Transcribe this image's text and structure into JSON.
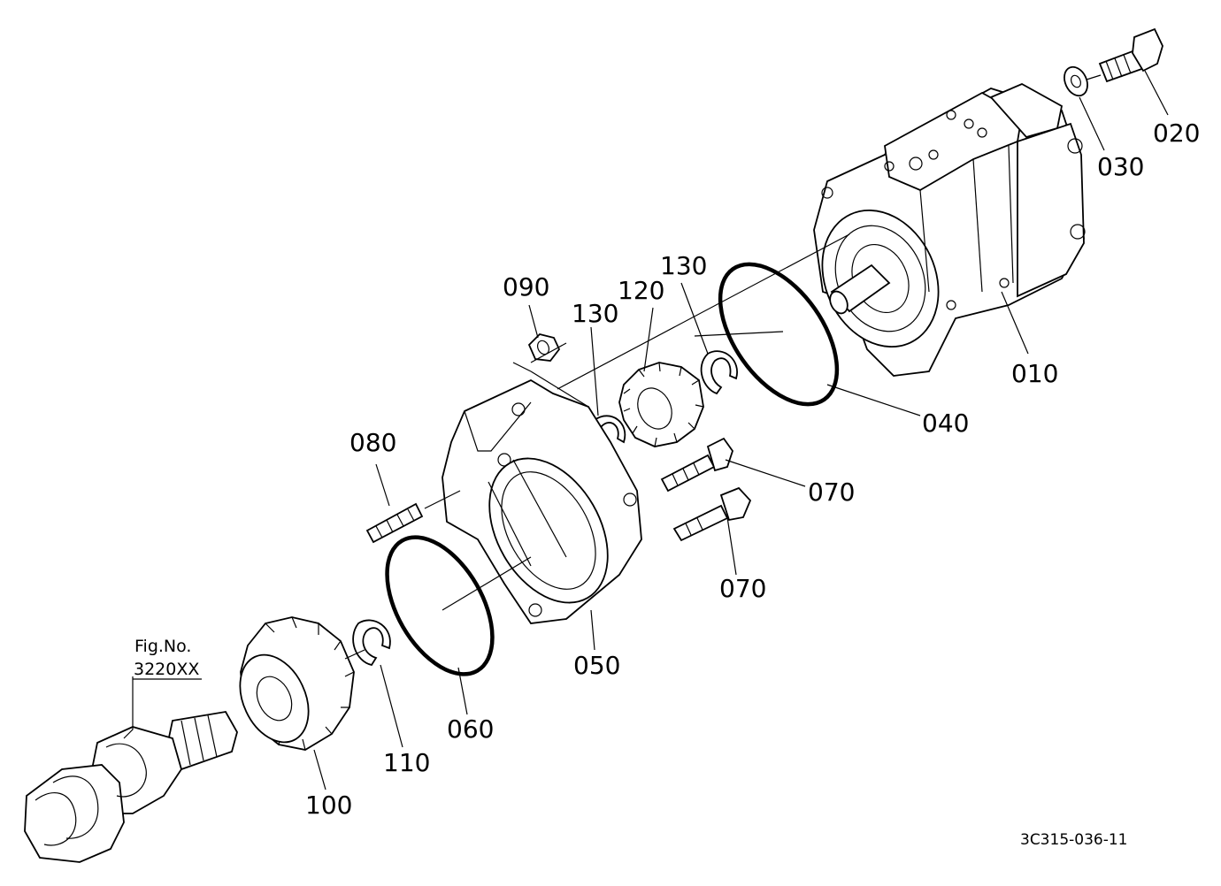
{
  "diagram": {
    "labels": {
      "p010": "010",
      "p020": "020",
      "p030": "030",
      "p040": "040",
      "p050": "050",
      "p060": "060",
      "p070a": "070",
      "p070b": "070",
      "p080": "080",
      "p090": "090",
      "p100": "100",
      "p110": "110",
      "p120": "120",
      "p130a": "130",
      "p130b": "130"
    },
    "reference": {
      "fig_no_label": "Fig.No.",
      "fig_no_value": "3220XX"
    },
    "drawing_code": "3C315-036-11"
  }
}
